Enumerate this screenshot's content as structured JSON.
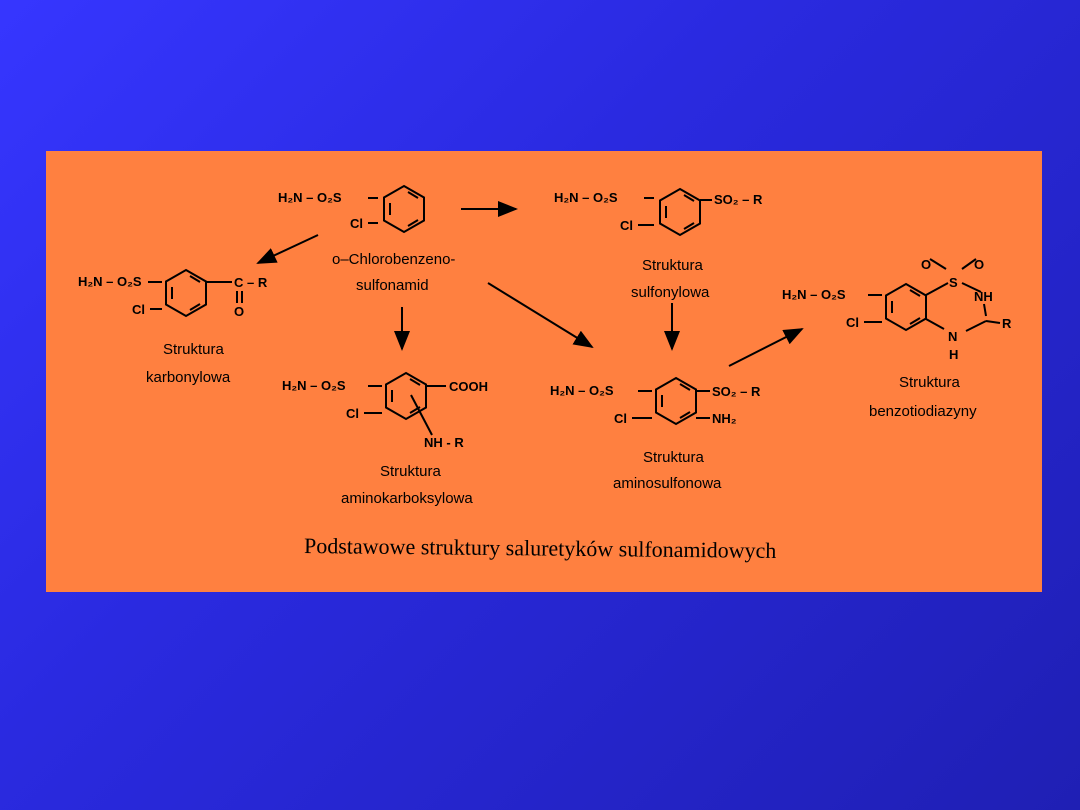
{
  "colors": {
    "background_top": "#3636ff",
    "background_bottom": "#1f1fb4",
    "panel": "#ff8040"
  },
  "start": {
    "h2n_o2s": "H₂N – O₂S",
    "cl": "Cl",
    "name_line1": "o–Chlorobenzeno-",
    "name_line2": "sulfonamid"
  },
  "sulfonyl": {
    "h2n_o2s": "H₂N – O₂S",
    "cl": "Cl",
    "sub": "SO₂ – R",
    "name_line1": "Struktura",
    "name_line2": "sulfonylowa"
  },
  "carbonyl": {
    "h2n_o2s": "H₂N – O₂S",
    "cl": "Cl",
    "c_r": "C – R",
    "o": "O",
    "name_line1": "Struktura",
    "name_line2": "karbonylowa"
  },
  "aminocarboxyl": {
    "h2n_o2s": "H₂N – O₂S",
    "cl": "Cl",
    "cooh": "COOH",
    "nhr": "NH - R",
    "name_line1": "Struktura",
    "name_line2": "aminokarboksylowa"
  },
  "aminosulfon": {
    "h2n_o2s": "H₂N – O₂S",
    "cl": "Cl",
    "sub": "SO₂ – R",
    "nh2": "NH₂",
    "name_line1": "Struktura",
    "name_line2": "aminosulfonowa"
  },
  "benzothiadiazine": {
    "h2n_o2s": "H₂N – O₂S",
    "cl": "Cl",
    "o_left": "O",
    "o_right": "O",
    "s": "S",
    "nh": "NH",
    "n": "N",
    "h": "H",
    "r": "R",
    "name_line1": "Struktura",
    "name_line2": "benzotiodiazyny"
  },
  "caption": "Podstawowe struktury saluretyków sulfonamidowych",
  "icons": [
    "arrow-icon",
    "benzene-ring-icon"
  ]
}
